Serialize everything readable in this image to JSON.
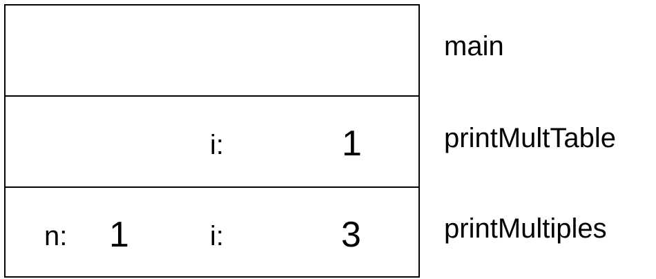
{
  "frames": [
    {
      "name": "main",
      "variables": []
    },
    {
      "name": "printMultTable",
      "variables": [
        {
          "name": "i:",
          "value": "1"
        }
      ]
    },
    {
      "name": "printMultiples",
      "variables": [
        {
          "name": "n:",
          "value": "1"
        },
        {
          "name": "i:",
          "value": "3"
        }
      ]
    }
  ]
}
